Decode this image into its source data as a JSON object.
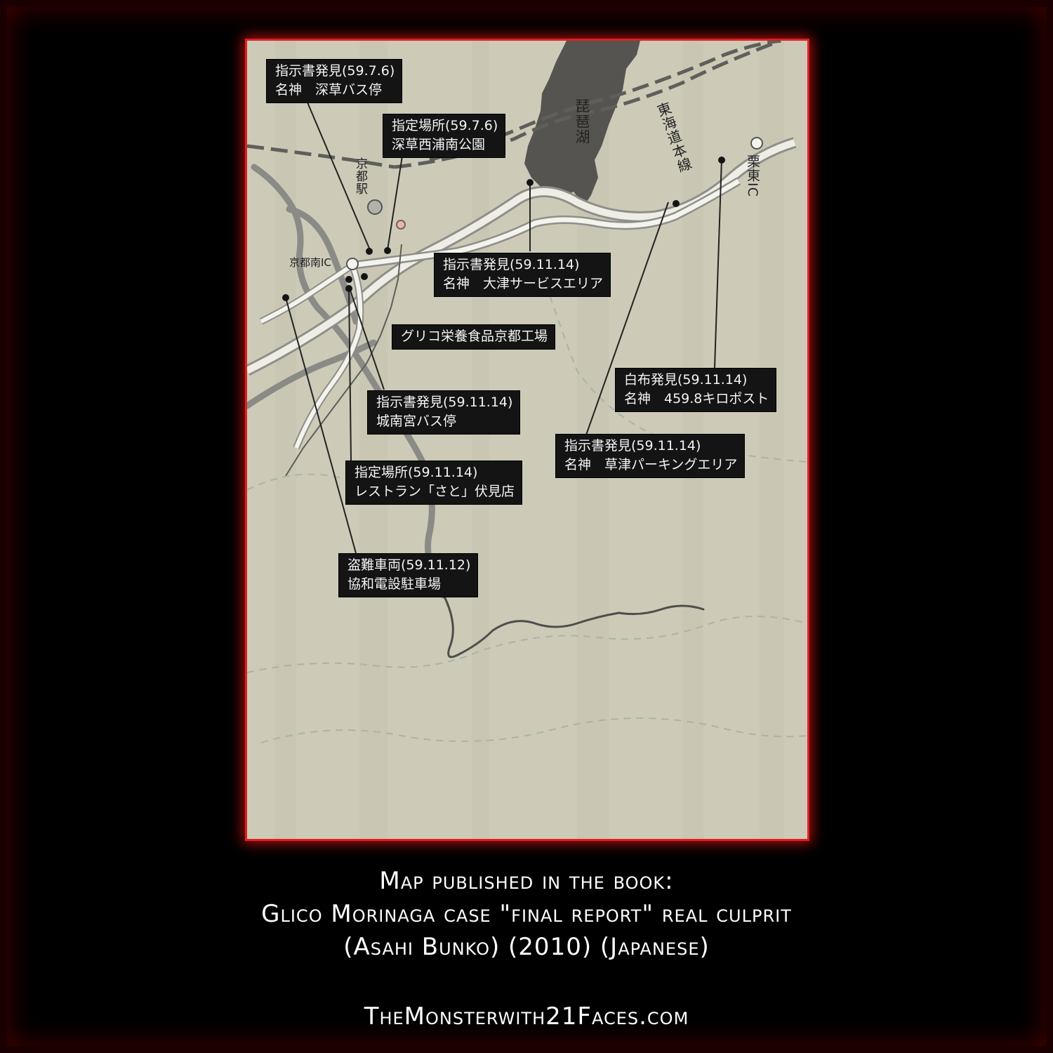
{
  "map": {
    "place_labels": {
      "kyoto_station": "京都駅",
      "kyoto_minami_ic": "京都南IC",
      "lake_biwa": "琵琶湖",
      "tokaido_line": "東海道本線",
      "ritto_ic": "栗東IC"
    },
    "callouts": [
      {
        "line1": "指示書発見(59.7.6)",
        "line2": "名神　深草バス停"
      },
      {
        "line1": "指定場所(59.7.6)",
        "line2": "深草西浦南公園"
      },
      {
        "line1": "指示書発見(59.11.14)",
        "line2": "名神　大津サービスエリア"
      },
      {
        "line1": "グリコ栄養食品京都工場",
        "line2": ""
      },
      {
        "line1": "白布発見(59.11.14)",
        "line2": "名神　459.8キロポスト"
      },
      {
        "line1": "指示書発見(59.11.14)",
        "line2": "城南宮バス停"
      },
      {
        "line1": "指示書発見(59.11.14)",
        "line2": "名神　草津パーキングエリア"
      },
      {
        "line1": "指定場所(59.11.14)",
        "line2": "レストラン「さと」伏見店"
      },
      {
        "line1": "盗難車両(59.11.12)",
        "line2": "協和電設駐車場"
      }
    ]
  },
  "caption": {
    "line1": "Map published in the book:",
    "line2": "Glico Morinaga case \"final report\" real culprit",
    "line3": "(Asahi Bunko) (2010) (Japanese)"
  },
  "website": "TheMonsterwith21Faces.com"
}
